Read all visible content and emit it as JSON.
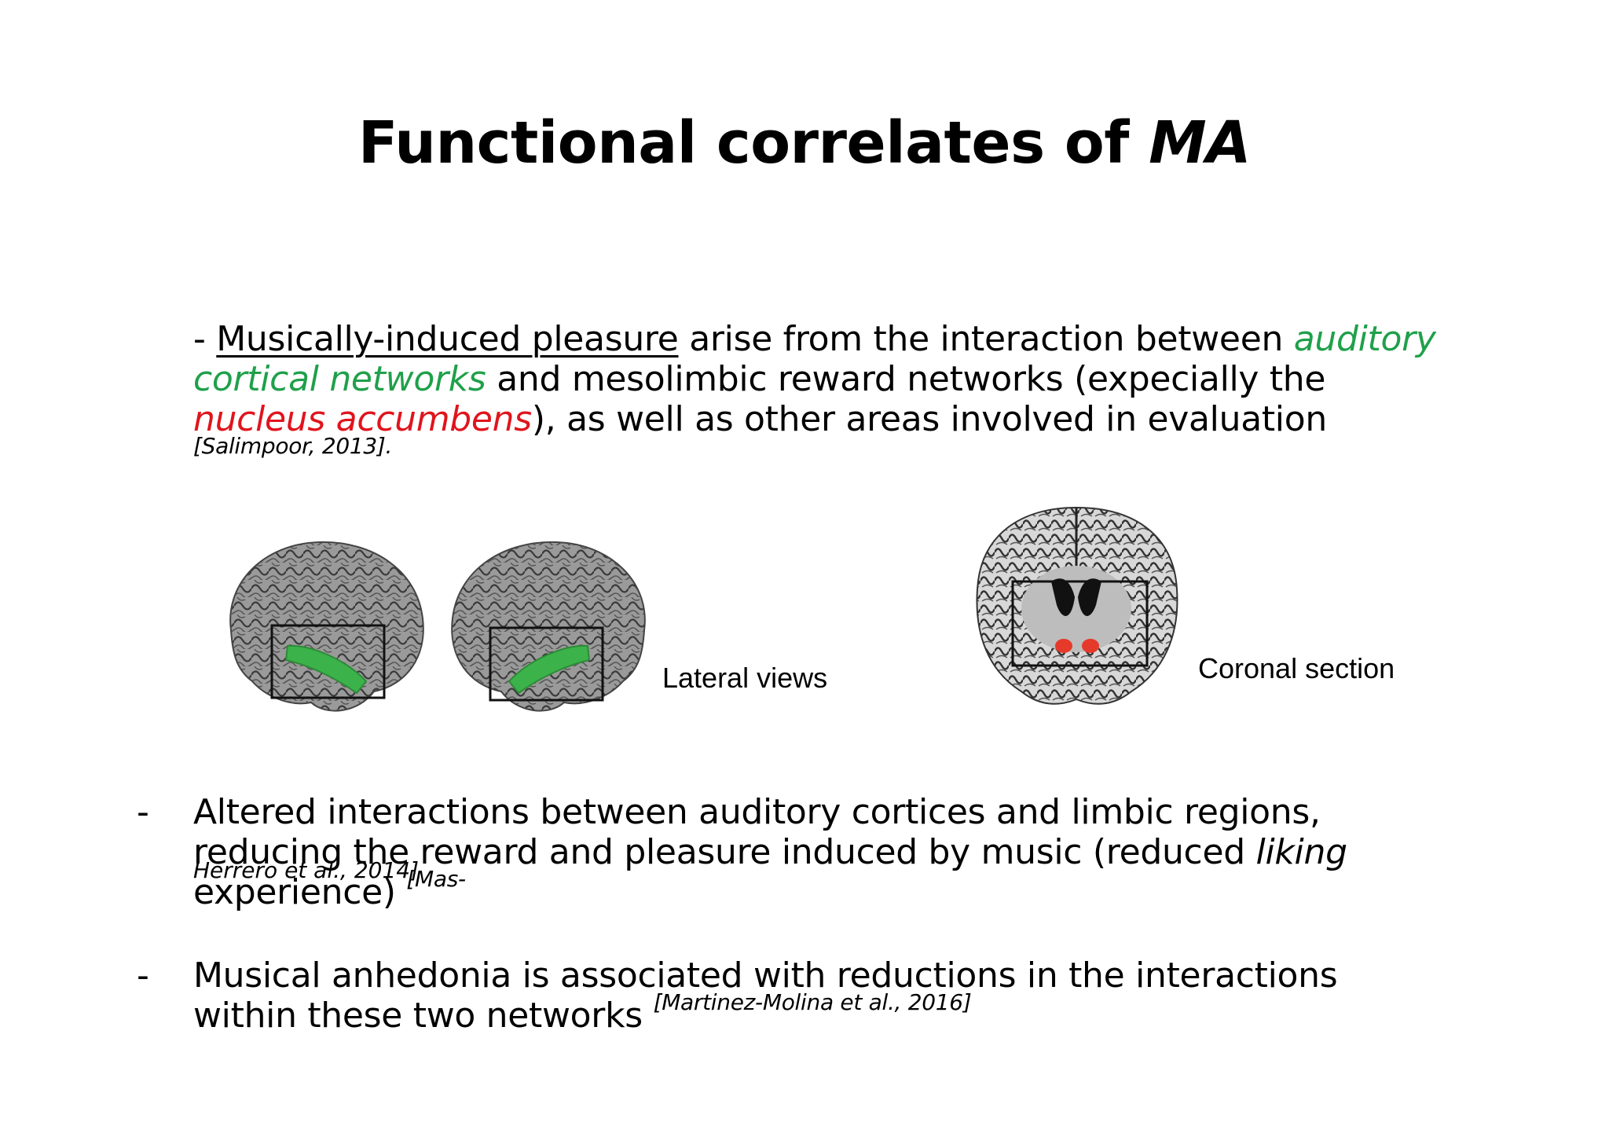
{
  "title": {
    "text": "Functional correlates of ",
    "emphasis": "MA"
  },
  "paragraph1": {
    "lead": "- ",
    "underlined": "Musically-induced pleasure",
    "text_a": " arise from the interaction between ",
    "green_text": "auditory cortical networks",
    "text_b": " and mesolimbic reward networks (expecially the ",
    "red_text": "nucleus accumbens",
    "text_c": "), as well as other areas involved in evaluation ",
    "citation": "[Salimpoor, 2013]."
  },
  "figure": {
    "lateral_label": "Lateral views",
    "coronal_label": "Coronal section",
    "colors": {
      "auditory_highlight": "#3cb34a",
      "accumbens_highlight": "#e53a2a",
      "brain_gray": "#8c8c8c"
    }
  },
  "bullet2": {
    "marker": "-",
    "text_a": "Altered interactions between auditory cortices and limbic regions, reducing the reward and pleasure induced by music (reduced ",
    "italic": "liking",
    "text_b": " experience) ",
    "citation_line1": "[Mas-",
    "citation_line2": "Herrero et al., 2014]"
  },
  "bullet3": {
    "marker": "-",
    "text": "Musical anhedonia is associated with reductions in the interactions within these two networks ",
    "citation": "[Martinez-Molina et al., 2016]"
  }
}
